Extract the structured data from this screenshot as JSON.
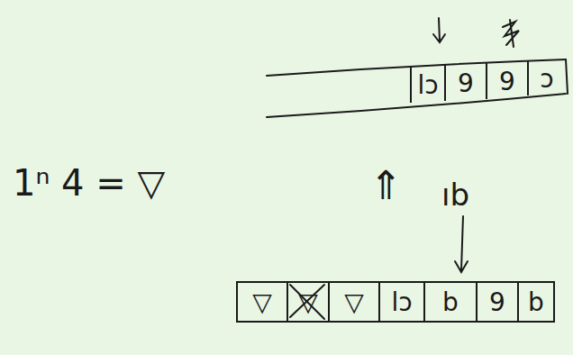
{
  "diagram": {
    "nodes": [
      {
        "text": [
          "lɔ"
        ]
      },
      {
        "text": [
          "9"
        ]
      },
      {
        "text": [
          "9"
        ]
      },
      {
        "text": [
          "ɔ"
        ]
      },
      {
        "text": [
          "▽"
        ]
      },
      {
        "text": [
          "▽"
        ]
      },
      {
        "text": [
          "▽"
        ]
      },
      {
        "text": [
          "lɔ"
        ]
      },
      {
        "text": [
          "b"
        ]
      },
      {
        "text": [
          "9"
        ]
      },
      {
        "text": [
          "b"
        ]
      }
    ],
    "labels": [
      "1ⁿ 4 = ▽",
      "⇑",
      "ıb"
    ]
  }
}
